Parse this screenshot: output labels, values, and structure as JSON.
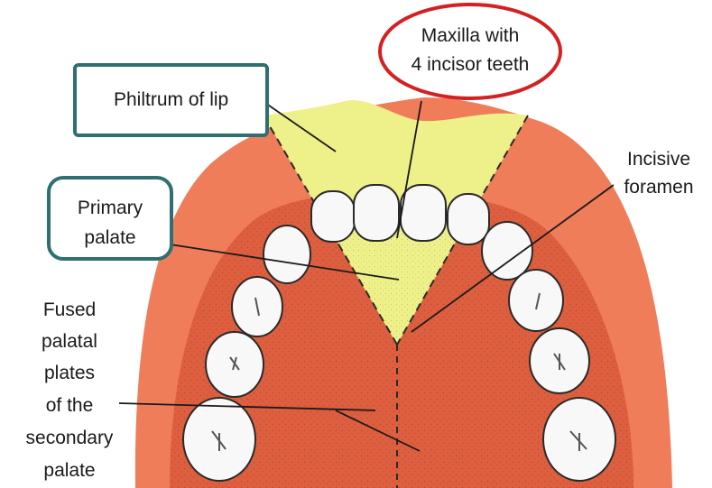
{
  "labels": {
    "philtrum": "Philtrum of lip",
    "maxilla_line1": "Maxilla with",
    "maxilla_line2": "4 incisor teeth",
    "incisive_line1": "Incisive",
    "incisive_line2": "foramen",
    "primary_line1": "Primary",
    "primary_line2": "palate",
    "fused_lines": [
      "Fused",
      "palatal",
      "plates",
      "of the",
      "secondary",
      "palate"
    ]
  },
  "colors": {
    "lip": "#ef7d5a",
    "palate": "#dd5f3f",
    "primary_palate": "#eef08a",
    "tooth": "#f8f8f8",
    "box_outline": "#2f6f72",
    "circle_outline": "#d42020"
  }
}
